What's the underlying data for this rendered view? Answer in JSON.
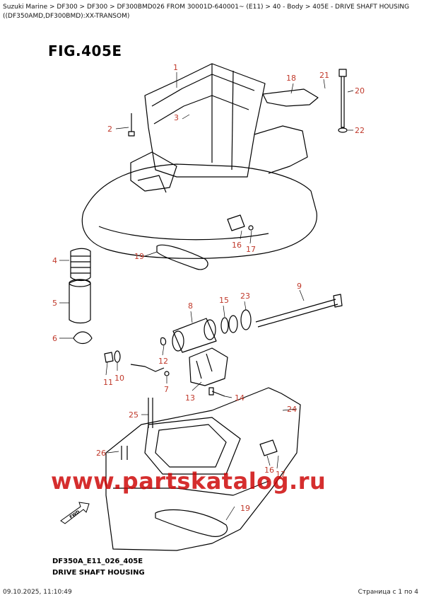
{
  "breadcrumb": "Suzuki Marine > DF300 > DF300 > DF300BMD026 FROM 30001D-640001~ (E11) > 40 - Body > 405E - DRIVE SHAFT HOUSING ((DF350AMD,DF300BMD):XX-TRANSOM)",
  "figure_title": "FIG.405E",
  "callouts": [
    "1",
    "2",
    "3",
    "18",
    "21",
    "20",
    "22",
    "16",
    "17",
    "4",
    "19",
    "5",
    "6",
    "9",
    "15",
    "23",
    "8",
    "12",
    "11",
    "10",
    "7",
    "13",
    "14",
    "25",
    "24",
    "26",
    "16",
    "17",
    "19"
  ],
  "watermark": "www.partskatalog.ru",
  "fwd_label": "FWD",
  "footer": {
    "code": "DF350A_E11_026_405E",
    "caption": "DRIVE SHAFT HOUSING"
  },
  "print_date": "09.10.2025, 11:10:49",
  "page_count": "Страница с 1 по 4",
  "colors": {
    "callout": "#c0392b",
    "watermark": "#cc0000"
  }
}
